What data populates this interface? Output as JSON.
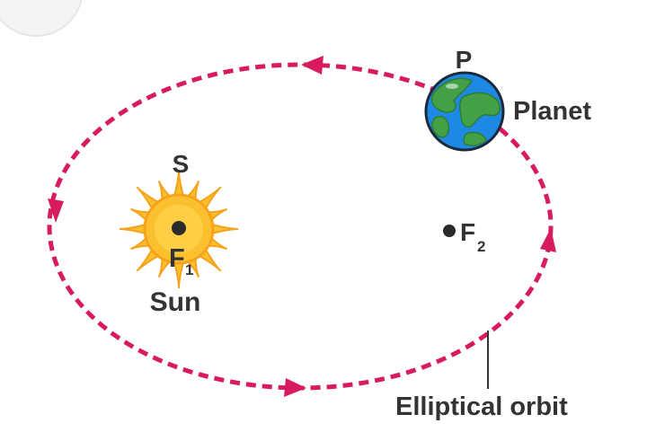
{
  "labels": {
    "point_p": "P",
    "planet": "Planet",
    "point_s": "S",
    "sun": "Sun",
    "focus_1": "F",
    "focus_1_sub": "1",
    "focus_2": "F",
    "focus_2_sub": "2",
    "orbit": "Elliptical orbit"
  },
  "colors": {
    "orbit": "#d81b60",
    "sun_rays": "#f7a21b",
    "sun_core": "#fbc02d",
    "ocean": "#1e88e5",
    "land": "#43a047",
    "text": "#333333"
  },
  "icons": {
    "sun": "sun-icon",
    "planet": "earth-globe-icon",
    "focus": "dot-icon"
  }
}
